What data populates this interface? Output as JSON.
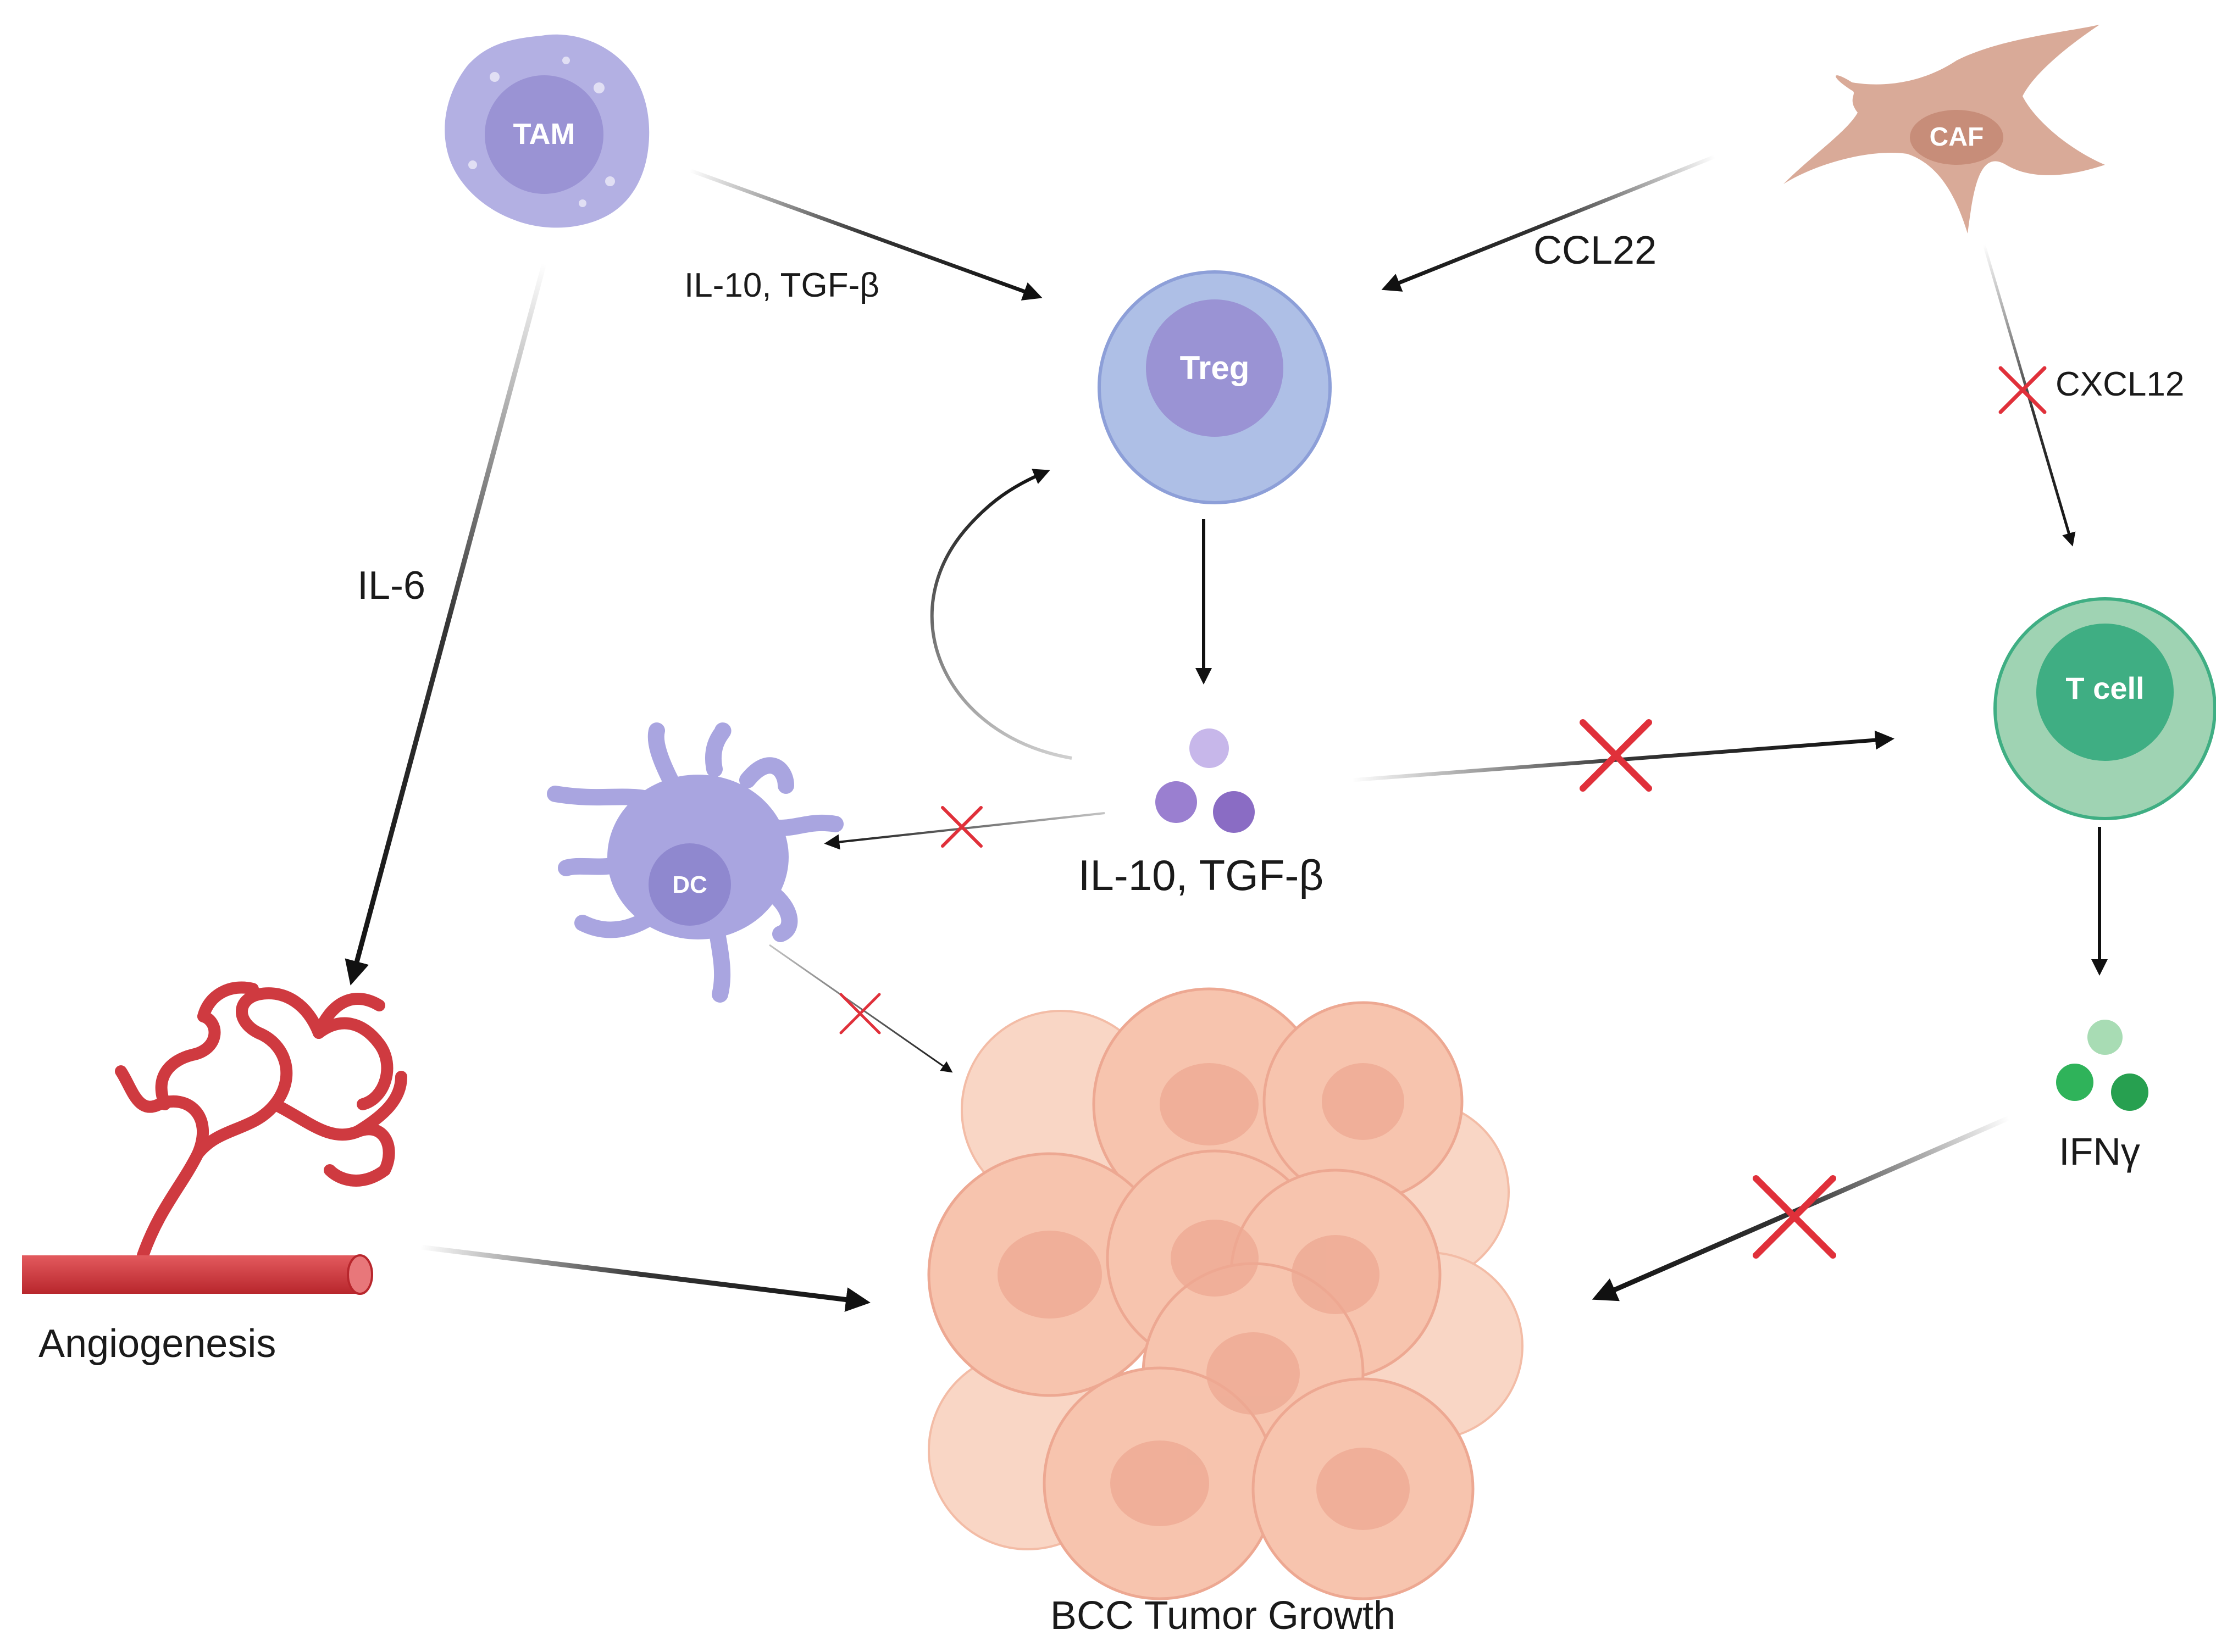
{
  "cells": {
    "tam": "TAM",
    "treg": "Treg",
    "caf": "CAF",
    "tcell": "T cell",
    "dc": "DC"
  },
  "labels": {
    "tam_to_treg": "IL-10, TGF-β",
    "caf_to_treg": "CCL22",
    "caf_to_tcell": "CXCL12",
    "tam_to_angio": "IL-6",
    "treg_cytokines": "IL-10, TGF-β",
    "tcell_cytokine": "IFNγ",
    "angiogenesis": "Angiogenesis",
    "tumor": "BCC Tumor Growth"
  },
  "colors": {
    "tam": "#b3b0e3",
    "tam_nucleus": "#9a93d4",
    "treg_outer": "#aebfe6",
    "treg_inner": "#9a93d4",
    "tcell_outer": "#9fd3b3",
    "tcell_inner": "#3fae83",
    "caf": "#d9aa98",
    "dc": "#a9a5e0",
    "vessel": "#cf3a40",
    "tumor": "#f7c4ae",
    "block_cross": "#e0303a",
    "arrow": "#111111",
    "treg_cytokine": "#9a7fd0",
    "ifn_cytokine": "#2fb35a"
  },
  "icons": {
    "block": "red-x-block-icon"
  }
}
